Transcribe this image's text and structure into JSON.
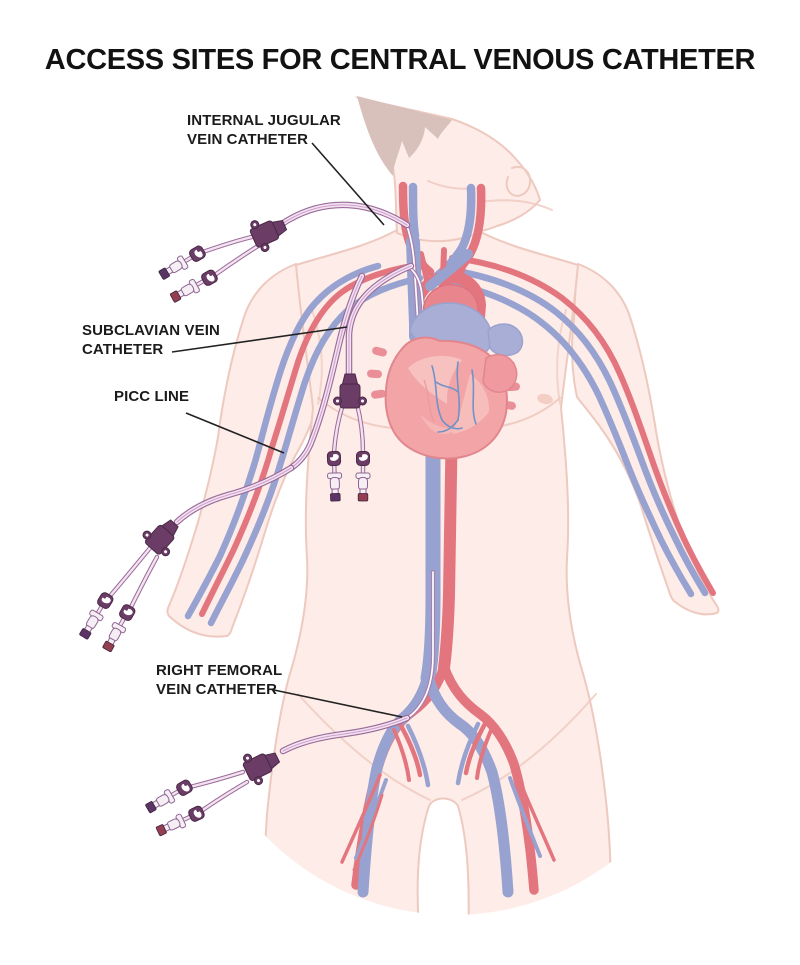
{
  "title": "ACCESS SITES FOR CENTRAL VENOUS CATHETER",
  "labels": {
    "internal_jugular": {
      "line1": "INTERNAL JUGULAR",
      "line2": "VEIN CATHETER"
    },
    "subclavian": {
      "line1": "SUBCLAVIAN VEIN",
      "line2": "CATHETER"
    },
    "picc": {
      "line1": "PICC LINE"
    },
    "femoral": {
      "line1": "RIGHT FEMORAL",
      "line2": "VEIN CATHETER"
    }
  },
  "icons": {
    "body": "human-torso-front",
    "heart": "heart-anatomy",
    "devices": [
      "jugular-catheter",
      "subclavian-catheter",
      "picc-line",
      "femoral-catheter"
    ]
  },
  "colors": {
    "background": "#ffffff",
    "skin": "#fdece7",
    "skin_outline": "#eec9bf",
    "vein": "#98a2d0",
    "artery": "#e3757f",
    "heart": "#f2a4a6",
    "catheter_tube": "#f3e3f1",
    "catheter_outline": "#9a6b99",
    "hub": "#6b3c66",
    "cap_purple": "#5b3566",
    "cap_maroon": "#943f4f",
    "hair": "#d8c1bb",
    "label_text": "#1b1b1b",
    "pointer_line": "#222222"
  }
}
